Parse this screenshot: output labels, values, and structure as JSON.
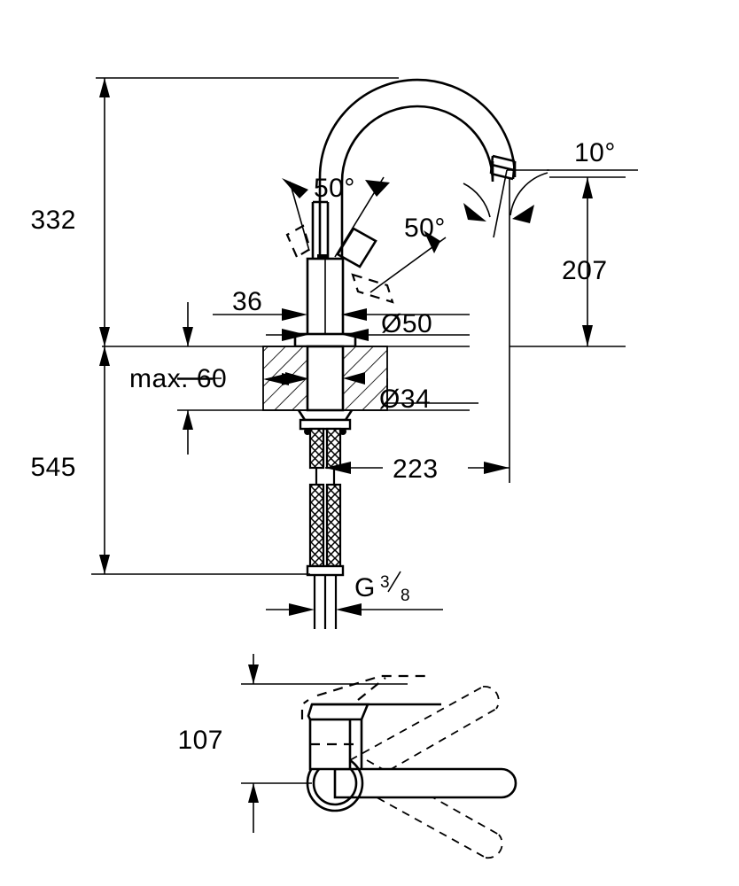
{
  "drawing": {
    "title": "Kitchen mixer tap dimensional drawing",
    "line_color": "#000000",
    "background_color": "#ffffff",
    "views": {
      "elevation": "front elevation with section through worktop",
      "plan": "plan view showing spout swivel range"
    }
  },
  "dimensions": {
    "total_height_above_worktop": "332",
    "height_below_worktop": "545",
    "spout_outlet_height": "207",
    "spout_reach": "223",
    "worktop_thickness_max": "max. 60",
    "handle_clearance_back": "36",
    "body_diameter": "Ø50",
    "shank_diameter": "Ø34",
    "connection_thread_letter": "G",
    "connection_thread_numerator": "3",
    "connection_thread_denominator": "8",
    "plan_handle_height": "107"
  },
  "angles": {
    "lever_open_left": "50°",
    "lever_open_right": "50°",
    "spout_tilt": "10°"
  }
}
